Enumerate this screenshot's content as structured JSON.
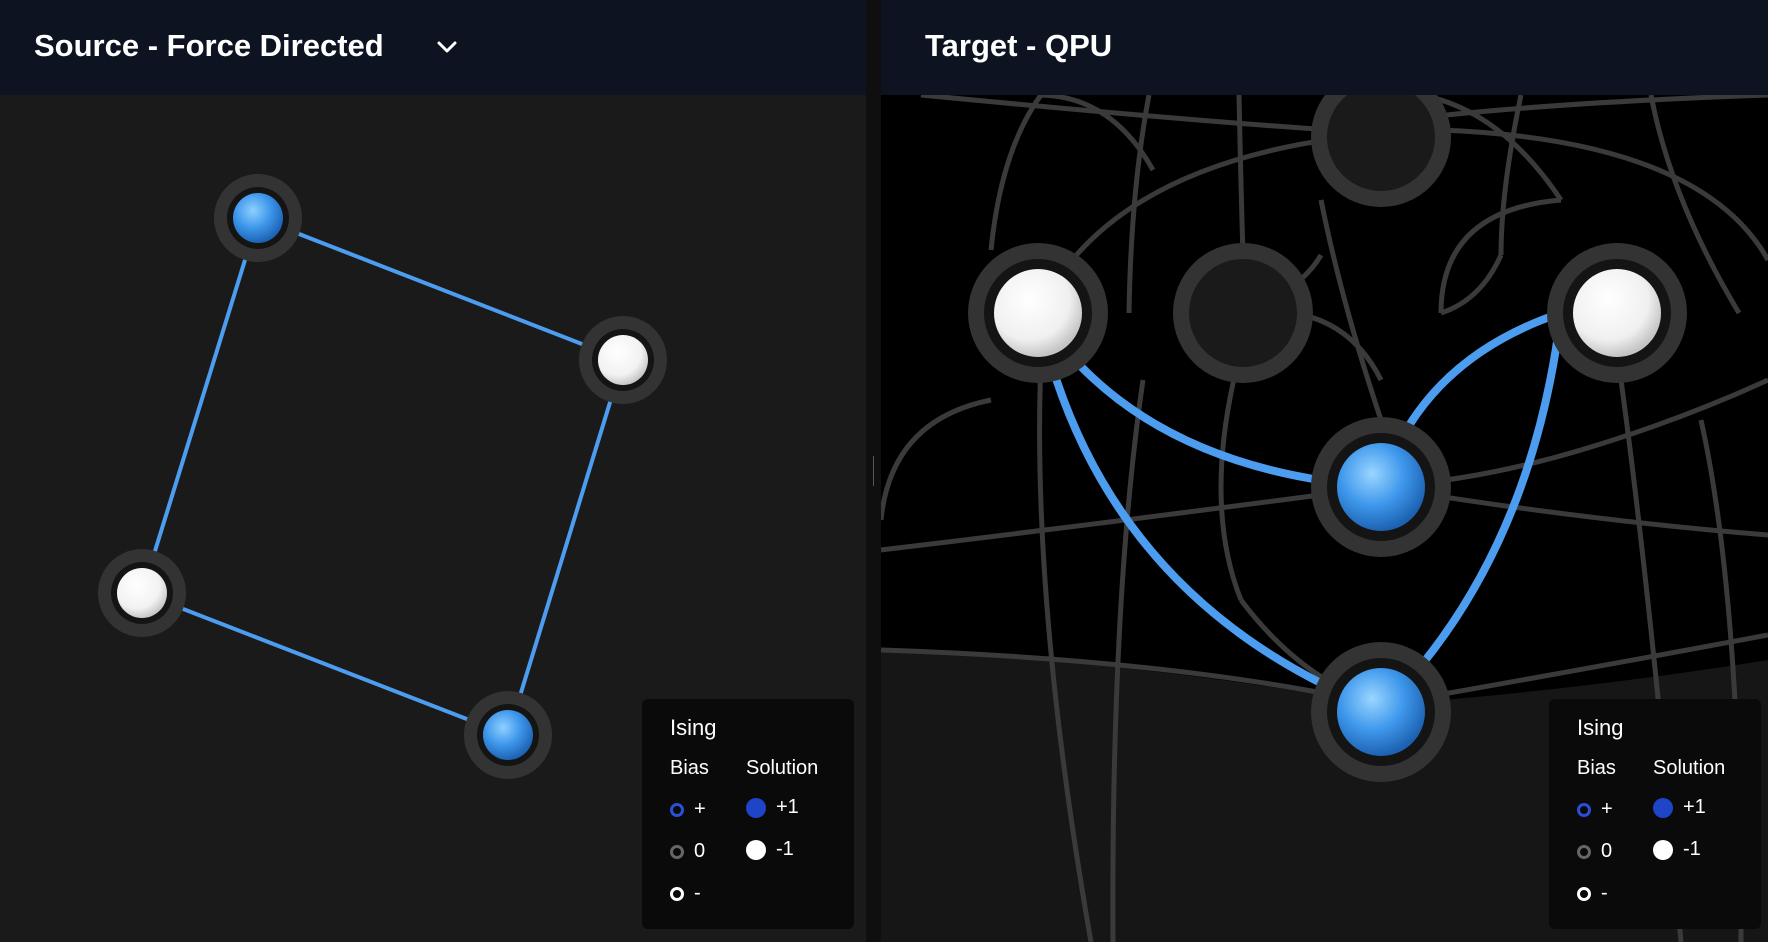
{
  "source": {
    "title": "Source - Force Directed",
    "dropdown_icon": "chevron-down-icon"
  },
  "target": {
    "title": "Target - QPU"
  },
  "legend": {
    "title": "Ising",
    "bias_label": "Bias",
    "solution_label": "Solution",
    "bias_items": [
      {
        "label": "+",
        "color": "#2b4fd6"
      },
      {
        "label": "0",
        "color": "#666666"
      },
      {
        "label": "-",
        "color": "#ffffff"
      }
    ],
    "solution_items": [
      {
        "label": "+1",
        "color": "#1e44c8"
      },
      {
        "label": "-1",
        "color": "#ffffff"
      }
    ]
  },
  "colors": {
    "edge_active": "#4c9df0",
    "node_plus": "#3d96ea",
    "node_minus": "#ffffff",
    "header_bg": "#0d1321"
  }
}
